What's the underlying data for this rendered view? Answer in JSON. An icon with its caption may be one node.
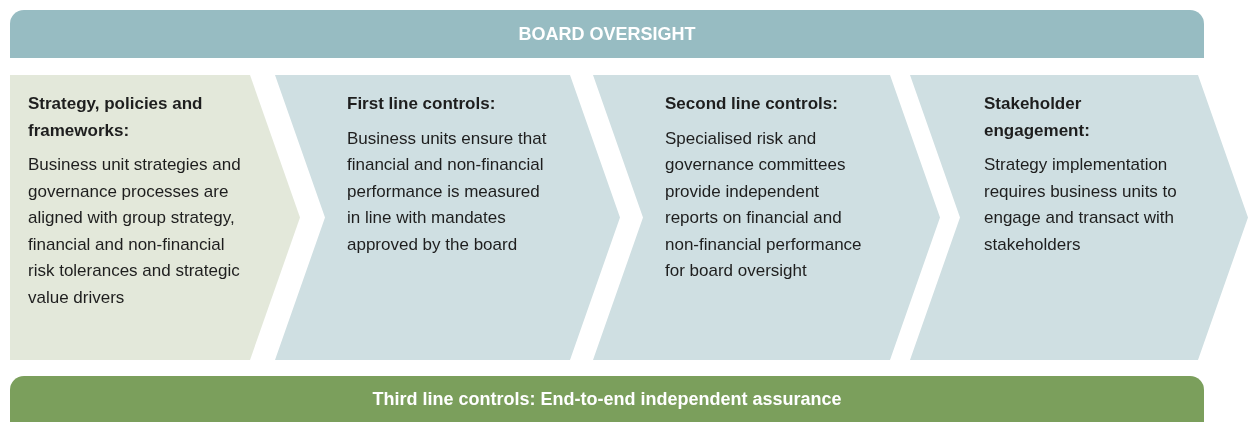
{
  "diagram": {
    "nodes": [
      {
        "text": [
          "BOARD OVERSIGHT"
        ]
      },
      {
        "text": [
          "Strategy, policies and frameworks:",
          "Business unit strategies and governance processes are aligned with group strategy, financial and non-financial risk tolerances and strategic value drivers"
        ]
      },
      {
        "text": [
          "First line controls:",
          "Business units ensure that financial and non-financial performance is measured in line with mandates approved by the board"
        ]
      },
      {
        "text": [
          "Second line controls:",
          "Specialised risk and governance committees provide independent reports on financial and non-financial performance for board oversight"
        ]
      },
      {
        "text": [
          "Stakeholder engagement:",
          "Strategy implementation requires business units to engage and transact with stakeholders"
        ]
      },
      {
        "text": [
          "Third line controls: End-to-end independent assurance"
        ]
      }
    ]
  }
}
